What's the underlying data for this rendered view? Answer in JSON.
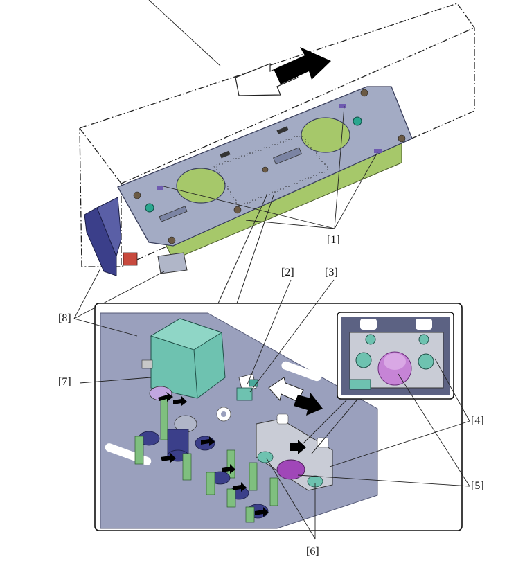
{
  "callouts": {
    "c1": "[1]",
    "c2": "[2]",
    "c3": "[3]",
    "c4": "[4]",
    "c5": "[5]",
    "c6": "[6]",
    "c7": "[7]",
    "c8": "[8]"
  },
  "colors": {
    "plate": "#9aa3bd",
    "plate_dark": "#6e7796",
    "gear_green": "#a6c86a",
    "motor_teal": "#6ec2b0",
    "roller_blue": "#3b3f8a",
    "shaft_green": "#7fbf7f",
    "magenta": "#a047b8",
    "bracket": "#c9ccd6",
    "arrow_black": "#000000"
  }
}
